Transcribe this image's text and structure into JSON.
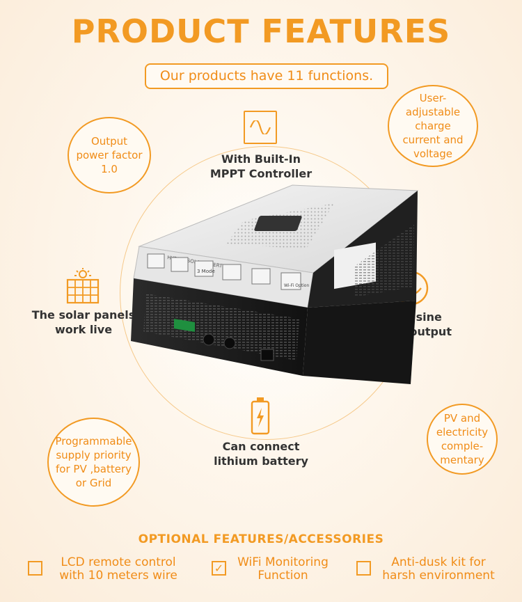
{
  "header": {
    "title": "PRODUCT FEATURES",
    "subtitle": "Our products have 11 functions."
  },
  "bubbles": {
    "top_left": "Output power factor 1.0",
    "top_right": "User-adjustable charge current and voltage",
    "bottom_left": "Programmable supply priority for PV ,battery or Grid",
    "bottom_right": "PV and electricity comple-mentary"
  },
  "features": {
    "mppt_line1": "With Built-In",
    "mppt_line2": "MPPT Controller",
    "solar_line1": "The solar panels",
    "solar_line2": "work live",
    "sine_line1": "Pure sine",
    "sine_line2": "wave output",
    "battery_line1": "Can connect",
    "battery_line2": "lithium battery"
  },
  "device": {
    "brand_line": "HYBRID SOLAR INVERTER",
    "mode_label": "3 Mode",
    "wifi_label": "Wi-Fi Option"
  },
  "optional": {
    "title": "OPTIONAL FEATURES/ACCESSORIES",
    "items": [
      {
        "line1": "LCD remote control",
        "line2": "with 10 meters wire",
        "checked": false
      },
      {
        "line1": "WiFi Monitoring",
        "line2": "Function",
        "checked": true
      },
      {
        "line1": "Anti-dusk kit for",
        "line2": "harsh environment",
        "checked": false
      }
    ],
    "check_mark": "✓"
  },
  "colors": {
    "accent": "#f29a23",
    "text_dark": "#333333"
  }
}
